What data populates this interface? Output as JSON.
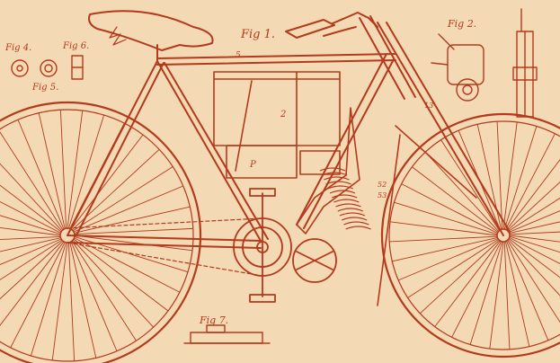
{
  "figure_labels": {
    "fig1": "Fig 1.",
    "fig2": "Fig 2.",
    "fig4": "Fig 4.",
    "fig5": "Fig 5.",
    "fig6": "Fig 6.",
    "fig7": "Fig 7."
  },
  "part_numbers": {
    "frame_top": "5",
    "battery": "2",
    "motor": "P",
    "spring_a": "52",
    "spring_b": "53",
    "fork": "13"
  },
  "colors": {
    "paper": "#f4d9b5",
    "ink": "#b33a1c",
    "paper_edge": "#e9c79c"
  }
}
